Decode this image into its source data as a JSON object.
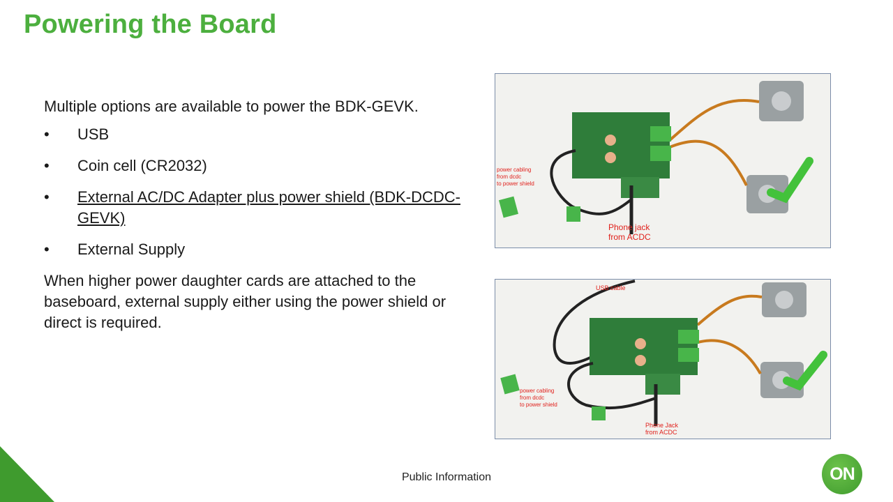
{
  "slide": {
    "title": "Powering the Board",
    "intro": "Multiple options are available to power the BDK-GEVK.",
    "bullets": [
      "USB",
      "Coin cell (CR2032)",
      "External AC/DC Adapter plus power shield (BDK-DCDC-GEVK)",
      "External Supply"
    ],
    "note": "When higher power daughter cards are attached to the baseboard, external supply either using the power shield or direct is required.",
    "footer": "Public Information",
    "logo_text": "ON"
  },
  "photos": [
    {
      "name": "photo-dcdc-shield",
      "labels": {
        "cabling_1": "power cabling",
        "cabling_2": "from dcdc",
        "cabling_3": "to power shield",
        "jack_1": "Phone jack",
        "jack_2": "from ACDC"
      }
    },
    {
      "name": "photo-usb-dcdc",
      "labels": {
        "usb": "USB cable",
        "cabling_1": "power cabling",
        "cabling_2": "from dcdc",
        "cabling_3": "to power shield",
        "jack_1": "Phone Jack",
        "jack_2": "from ACDC"
      }
    }
  ],
  "colors": {
    "title_green": "#4caf3e",
    "board_green": "#2f7d3a",
    "label_red": "#e0201b",
    "check_green": "#43c23b"
  }
}
